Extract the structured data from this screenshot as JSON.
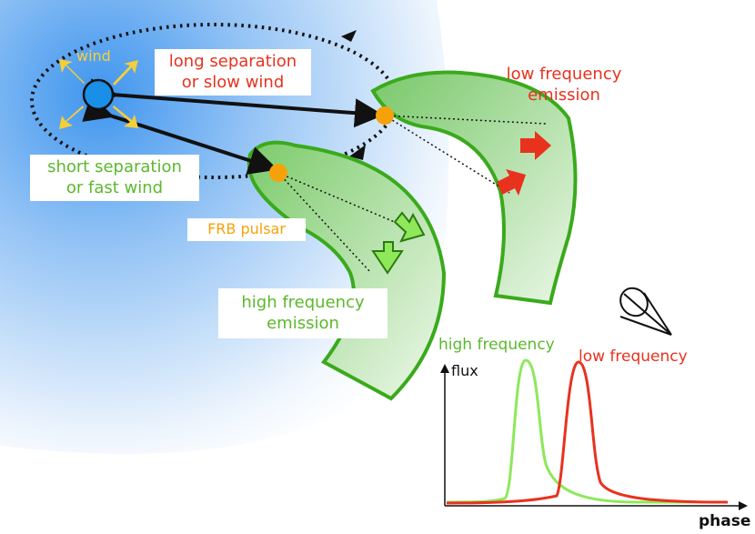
{
  "labels": {
    "wind": "wind",
    "long_separation": "long separation",
    "slow_wind": "or slow wind",
    "low_freq_emission_1": "low frequency",
    "low_freq_emission_2": "emission",
    "short_separation": "short separation",
    "fast_wind": "or fast wind",
    "frb_pulsar": "FRB pulsar",
    "high_freq_emission_1": "high frequency",
    "high_freq_emission_2": "emission"
  },
  "inset_chart": {
    "ylabel": "flux",
    "xlabel": "phase",
    "high_label": "high frequency",
    "low_label": "low frequency"
  },
  "colors": {
    "red": "#e8321e",
    "green": "#5bb82d",
    "light_green": "#8ee85a",
    "orange": "#f5a20a",
    "blue_star": "#1a8fe8",
    "wind_glow": "#4e9ff0"
  },
  "icons": [
    "eye-icon"
  ]
}
